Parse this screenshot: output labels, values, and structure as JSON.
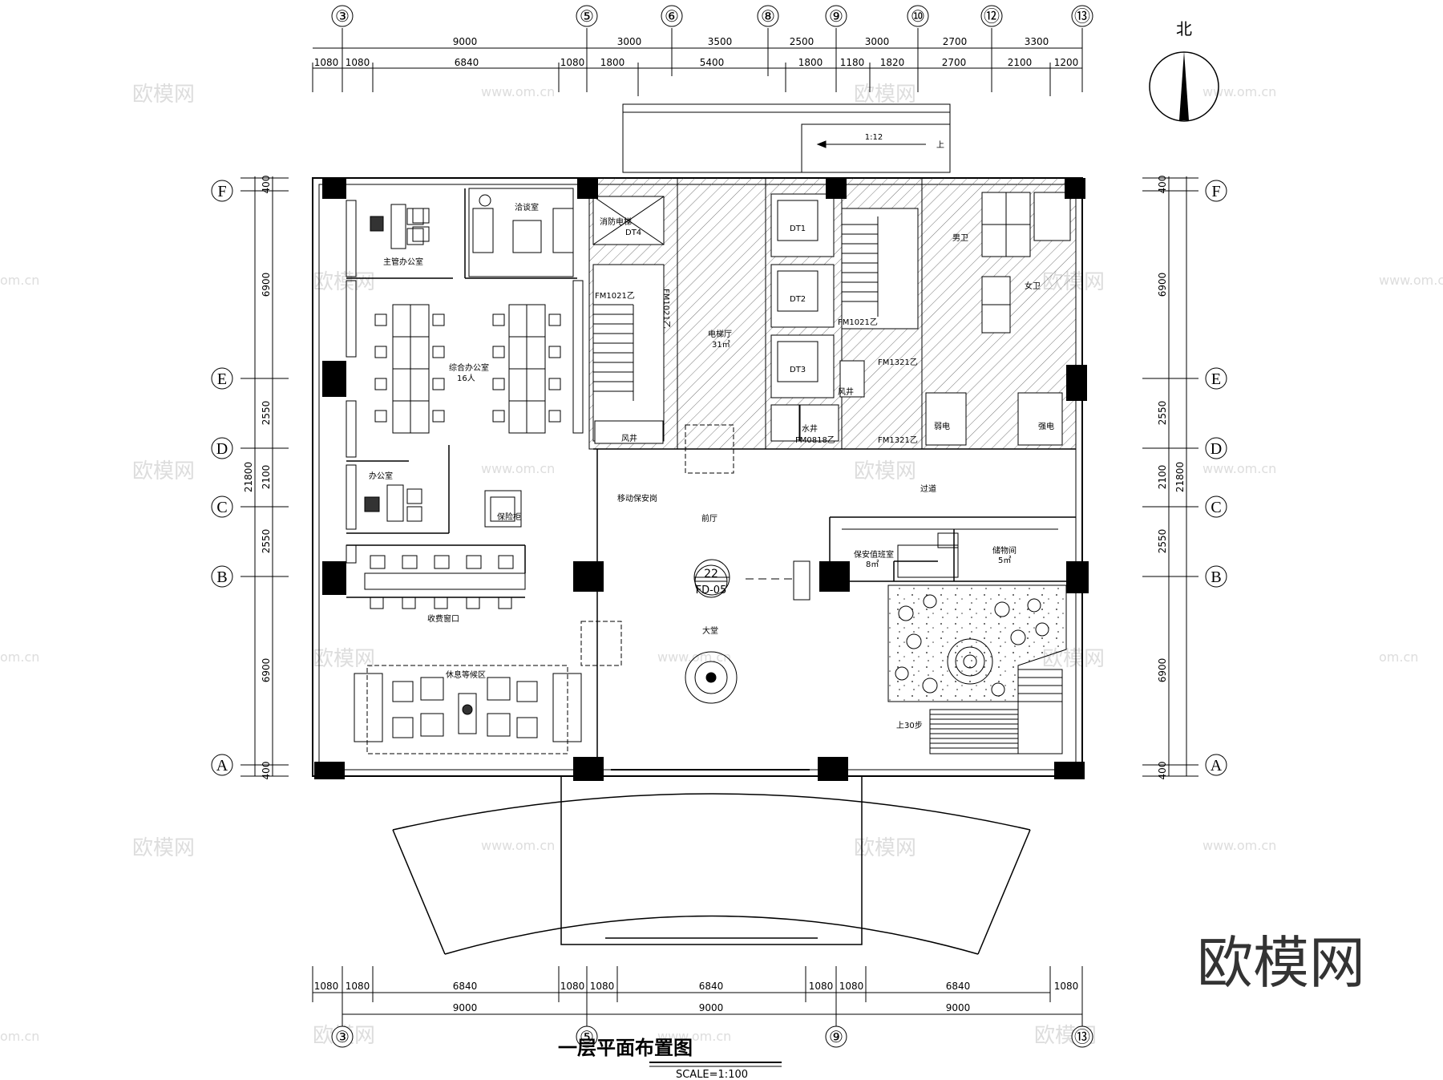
{
  "north_label": "北",
  "title": "一层平面布置图",
  "scale": "SCALE=1:100",
  "watermark_big": "欧模网",
  "watermark_small": "欧模网",
  "watermark_url": "www.om.cn",
  "watermark_url_cut": "om.cn",
  "grid_cols_top": [
    "③",
    "⑤",
    "⑥",
    "⑧",
    "⑨",
    "⑩",
    "⑫",
    "⑬"
  ],
  "grid_cols_bottom": [
    "③",
    "⑤",
    "⑨",
    "⑬"
  ],
  "grid_rows": [
    "F",
    "E",
    "D",
    "C",
    "B",
    "A"
  ],
  "dims_top_outer": [
    "9000",
    "3000",
    "3500",
    "2500",
    "3000",
    "2700",
    "3300"
  ],
  "dims_top_inner": [
    "1080",
    "1080",
    "6840",
    "1080",
    "1800",
    "5400",
    "1800",
    "1180",
    "1820",
    "2700",
    "2100",
    "1200"
  ],
  "dims_bottom_inner": [
    "1080",
    "1080",
    "6840",
    "1080",
    "1080",
    "6840",
    "1080",
    "1080",
    "6840",
    "1080"
  ],
  "dims_bottom_outer": [
    "9000",
    "9000",
    "9000"
  ],
  "dims_left_outer": [
    "21800"
  ],
  "dims_left_inner": [
    "400",
    "6900",
    "2550",
    "2100",
    "2550",
    "6900",
    "400"
  ],
  "dims_right_outer": [
    "21800"
  ],
  "dims_right_inner": [
    "400",
    "6900",
    "2550",
    "2100",
    "2550",
    "6900",
    "400"
  ],
  "ramp_label": "1:12",
  "ramp_up": "上",
  "rooms": {
    "manager_office": "主管办公室",
    "reception": "洽谈室",
    "fire_elevator": "消防电梯",
    "fire_elevator_code": "DT4",
    "elevator_hall": "电梯厅",
    "elevator_hall_area": "31㎡",
    "dt1": "DT1",
    "dt2": "DT2",
    "dt3": "DT3",
    "male_wc": "男卫",
    "female_wc": "女卫",
    "general_office": "综合办公室",
    "general_office_people": "16人",
    "office": "办公室",
    "safe": "保险柜",
    "front_hall": "前厅",
    "corridor": "过道",
    "security_room": "保安值班室",
    "security_area": "8㎡",
    "storage": "储物间",
    "storage_area": "5㎡",
    "cashier": "收费窗口",
    "lobby": "大堂",
    "lounge": "休息等候区",
    "up30": "上30步",
    "air_shaft": "风井",
    "air_shaft2": "风井",
    "water_shaft": "水井",
    "weak_elec": "弱电",
    "strong_elec": "强电",
    "mobile": "移动保安岗",
    "door_fm1021": "FM1021乙",
    "door_fm1021b": "FM1021乙",
    "door_fm1321": "FM1321乙",
    "door_fm1321b": "FM1321乙",
    "door_fm0818": "FM0818乙",
    "door_fm1021c": "FM1021乙",
    "mark_num": "22",
    "mark_code": "FD-05"
  },
  "colors": {
    "line": "#000000",
    "hatch": "#555555",
    "watermark": "#dddddd"
  }
}
